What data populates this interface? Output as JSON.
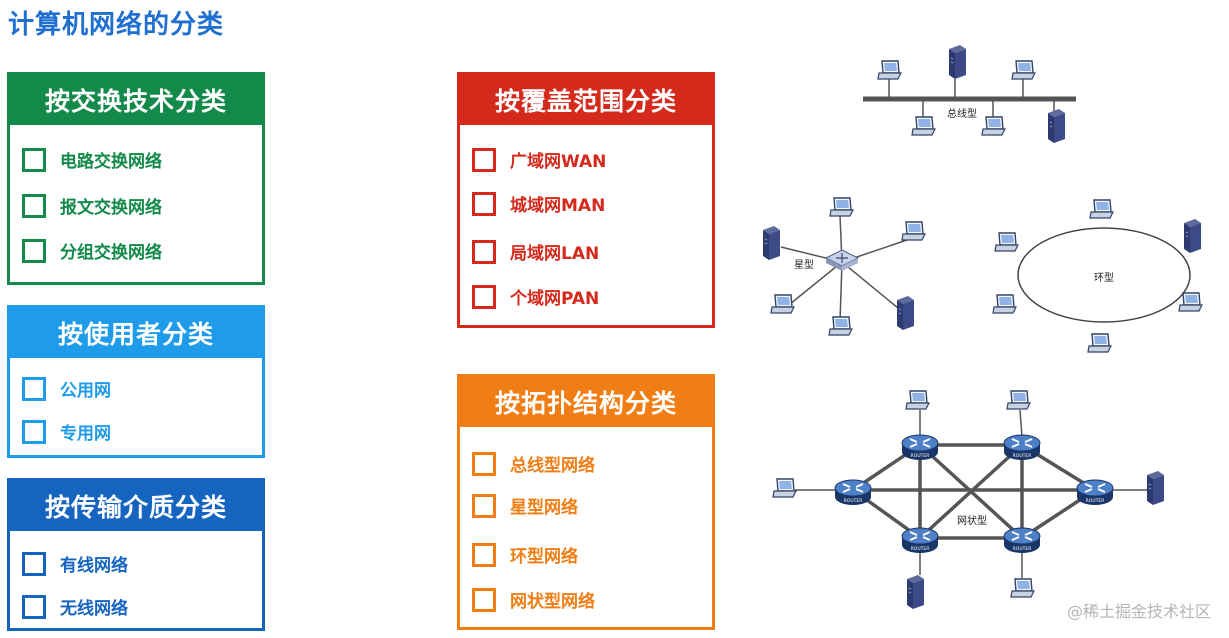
{
  "page": {
    "title": "计算机网络的分类"
  },
  "panels": {
    "switching": {
      "title": "按交换技术分类",
      "items": [
        "电路交换网络",
        "报文交换网络",
        "分组交换网络"
      ]
    },
    "users": {
      "title": "按使用者分类",
      "items": [
        "公用网",
        "专用网"
      ]
    },
    "medium": {
      "title": "按传输介质分类",
      "items": [
        "有线网络",
        "无线网络"
      ]
    },
    "coverage": {
      "title": "按覆盖范围分类",
      "items": [
        "广域网WAN",
        "城域网MAN",
        "局域网LAN",
        "个域网PAN"
      ]
    },
    "topology": {
      "title": "按拓扑结构分类",
      "items": [
        "总线型网络",
        "星型网络",
        "环型网络",
        "网状型网络"
      ]
    }
  },
  "diagrams": {
    "bus_label": "总线型",
    "star_label": "星型",
    "ring_label": "环型",
    "mesh_label": "网状型",
    "router_label": "ROUTER"
  },
  "watermark": "@稀土掘金技术社区",
  "colors": {
    "title": "#1f6fd1",
    "switching": "#138a4a",
    "users": "#1e9be9",
    "medium": "#1565c0",
    "coverage": "#d42a1c",
    "topology": "#f07e15"
  }
}
